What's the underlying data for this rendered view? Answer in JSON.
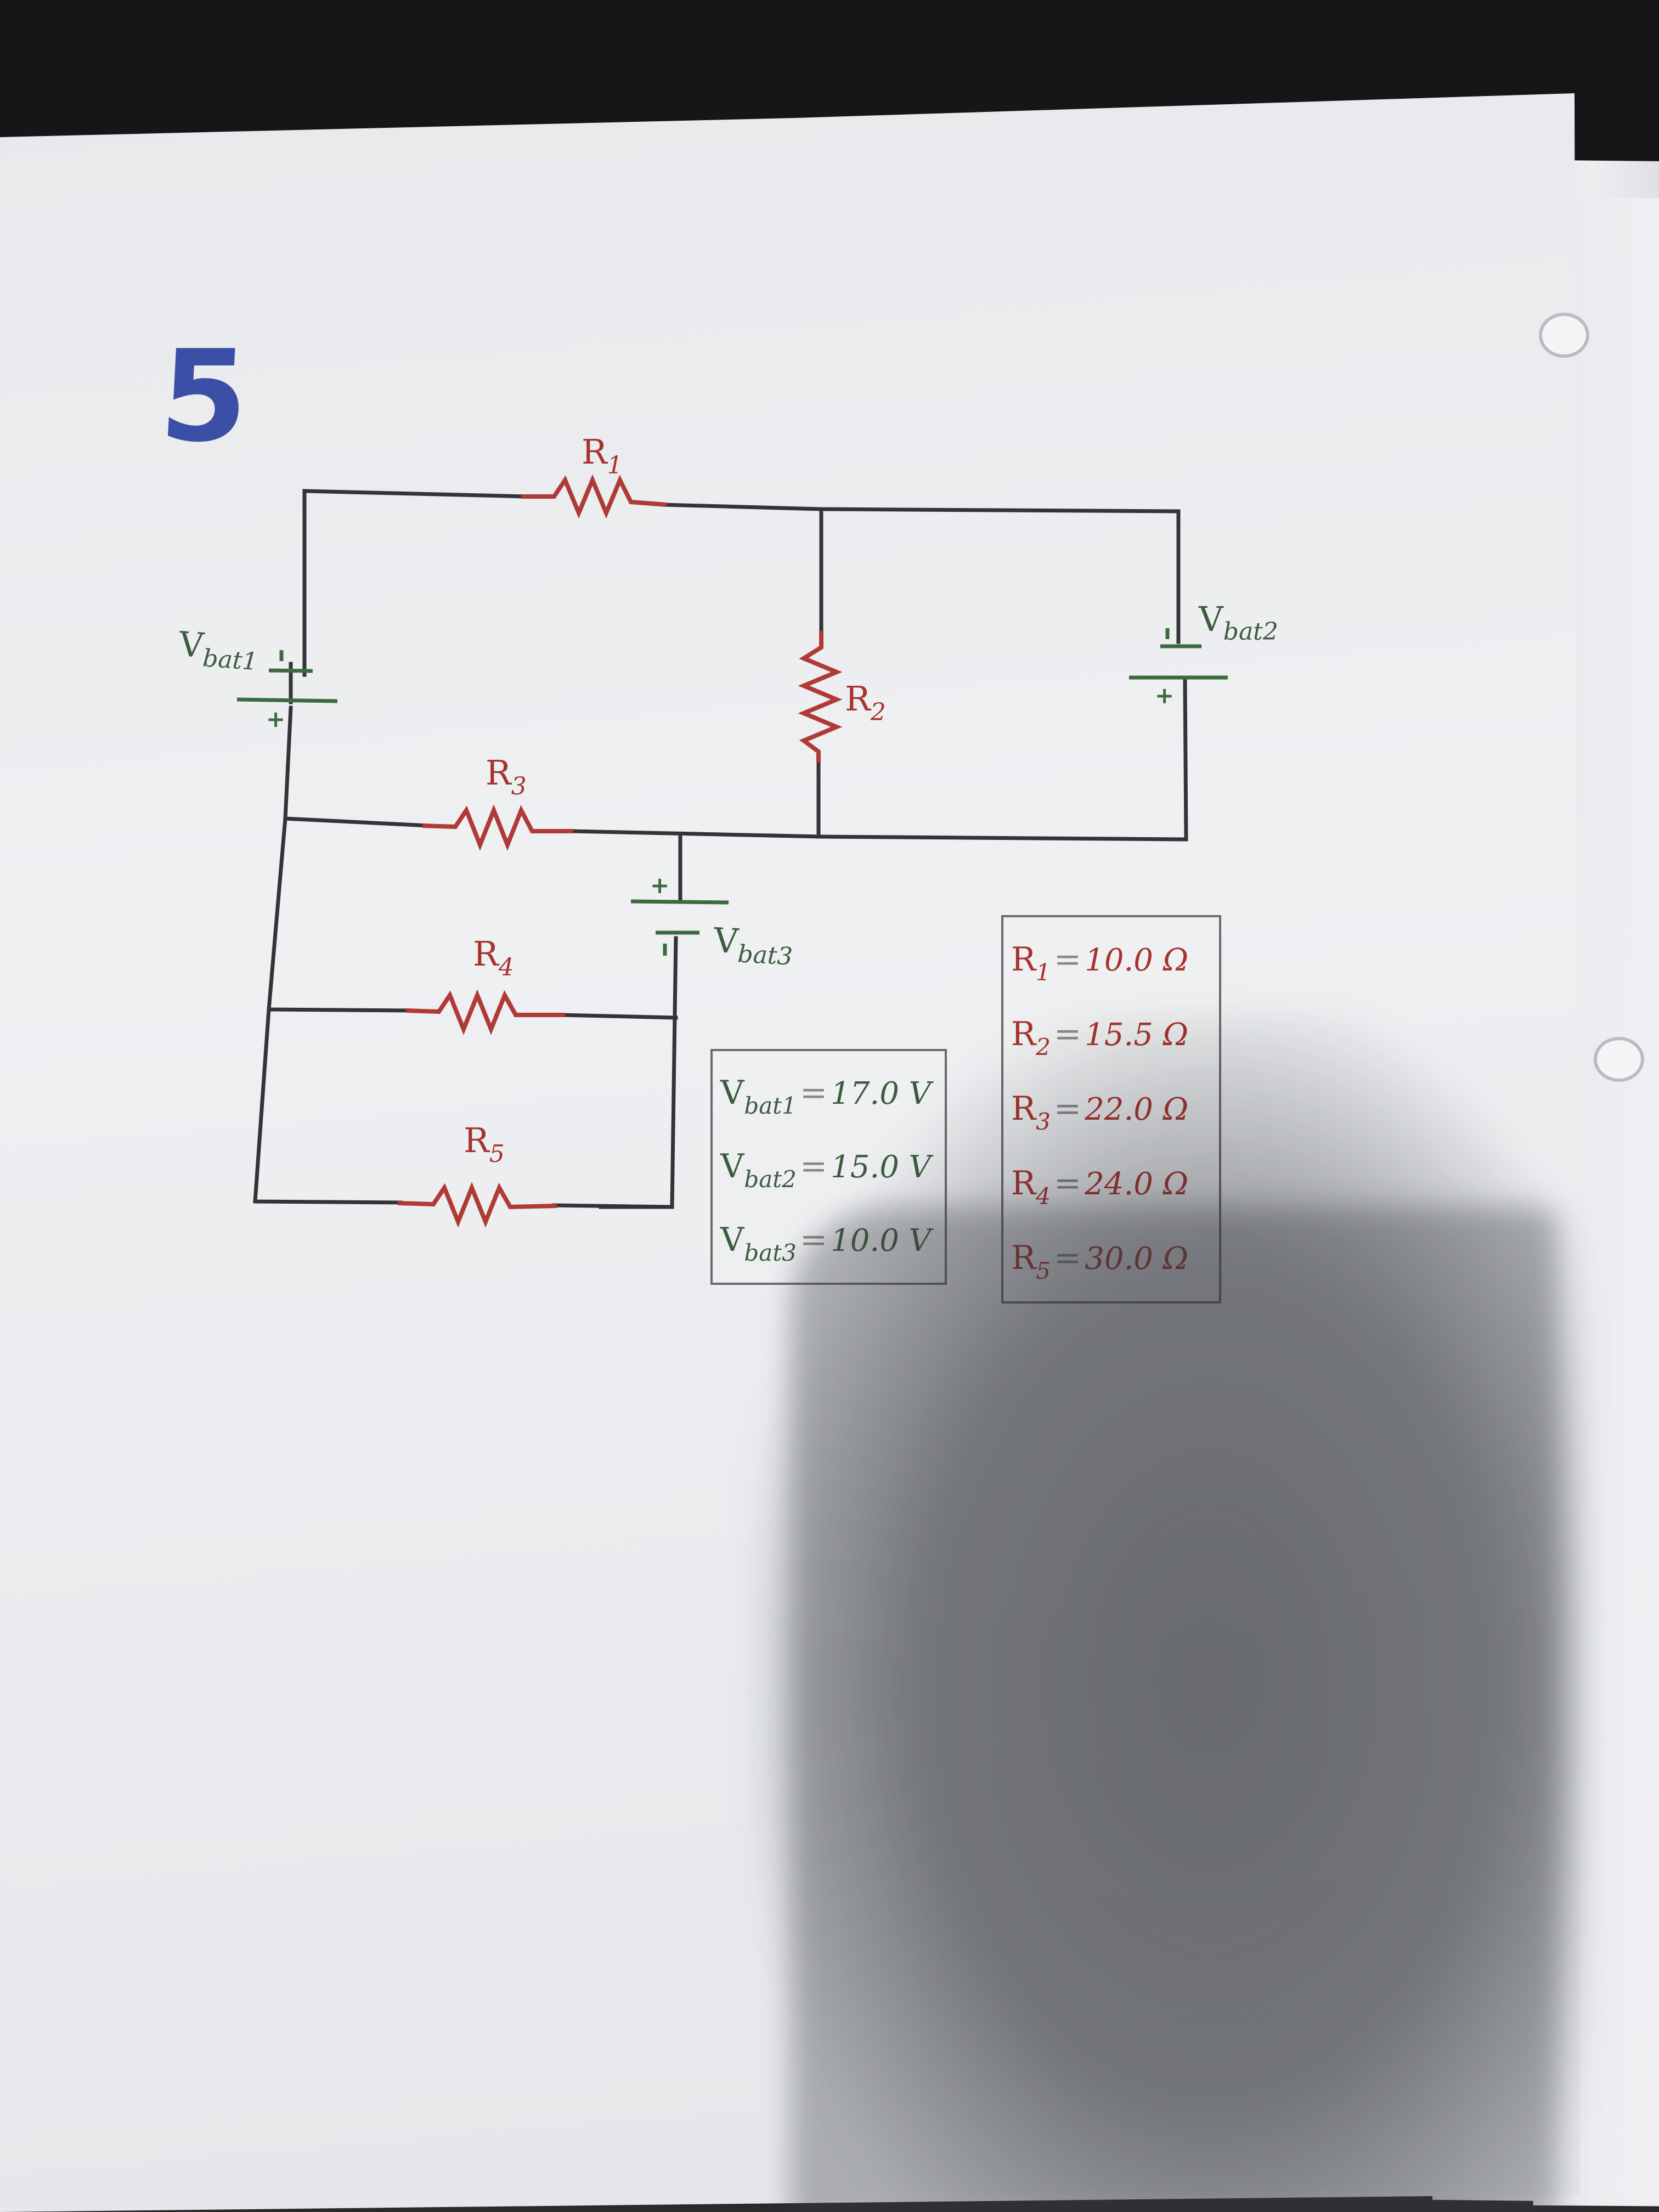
{
  "problem_number": "5",
  "labels": {
    "r1": {
      "main": "R",
      "sub": "1"
    },
    "r2": {
      "main": "R",
      "sub": "2"
    },
    "r3": {
      "main": "R",
      "sub": "3"
    },
    "r4": {
      "main": "R",
      "sub": "4"
    },
    "r5": {
      "main": "R",
      "sub": "5"
    },
    "vbat1": {
      "main": "V",
      "sub": "bat1"
    },
    "vbat2": {
      "main": "V",
      "sub": "bat2"
    },
    "vbat3": {
      "main": "V",
      "sub": "bat3"
    }
  },
  "battery_sign": "+",
  "voltages": [
    {
      "main": "V",
      "sub": "bat1",
      "eq": "=",
      "value": "17.0 V"
    },
    {
      "main": "V",
      "sub": "bat2",
      "eq": "=",
      "value": "15.0 V"
    },
    {
      "main": "V",
      "sub": "bat3",
      "eq": "=",
      "value": "10.0 V"
    }
  ],
  "resistances": [
    {
      "main": "R",
      "sub": "1",
      "eq": "=",
      "value": "10.0 Ω"
    },
    {
      "main": "R",
      "sub": "2",
      "eq": "=",
      "value": "15.5 Ω"
    },
    {
      "main": "R",
      "sub": "3",
      "eq": "=",
      "value": "22.0 Ω"
    },
    {
      "main": "R",
      "sub": "4",
      "eq": "=",
      "value": "24.0 Ω"
    },
    {
      "main": "R",
      "sub": "5",
      "eq": "=",
      "value": "30.0 Ω"
    }
  ],
  "colors": {
    "wire": "#333338",
    "resistor": "#b03a35",
    "battery": "#3d6b3f",
    "problem_number": "#3b4fa6"
  }
}
